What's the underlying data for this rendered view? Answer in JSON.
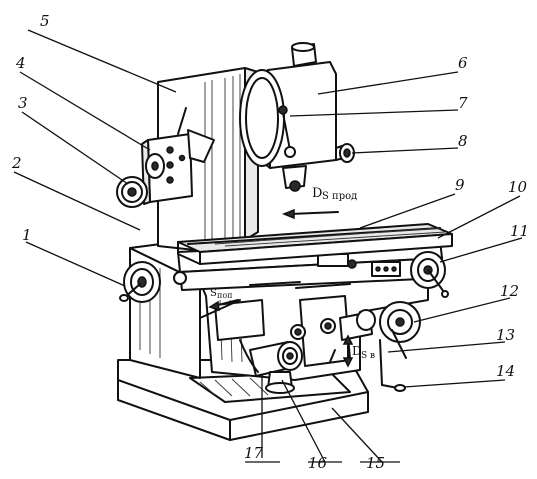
{
  "figure": {
    "callouts": [
      "1",
      "2",
      "3",
      "4",
      "5",
      "6",
      "7",
      "8",
      "9",
      "10",
      "11",
      "12",
      "13",
      "14",
      "15",
      "16",
      "17"
    ],
    "annotations": {
      "ds_prod_main": "D",
      "ds_prod_sub": "S прод",
      "s_pop_main": "S",
      "s_pop_sub": "поп",
      "ds_v_main": "D",
      "ds_v_sub": "S в"
    }
  }
}
